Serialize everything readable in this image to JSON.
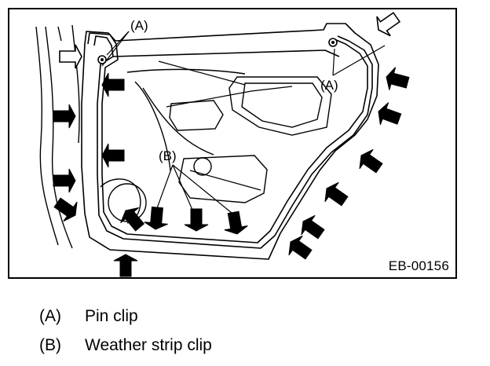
{
  "figure": {
    "id": "EB-00156",
    "callouts": {
      "a_top": "(A)",
      "a_right": "(A)",
      "b": "(B)"
    }
  },
  "legend": [
    {
      "key": "(A)",
      "text": "Pin clip"
    },
    {
      "key": "(B)",
      "text": "Weather strip clip"
    }
  ],
  "icons": [
    "arrow-icon",
    "pin-clip-icon",
    "weather-strip-clip-icon",
    "door-panel-outline"
  ]
}
